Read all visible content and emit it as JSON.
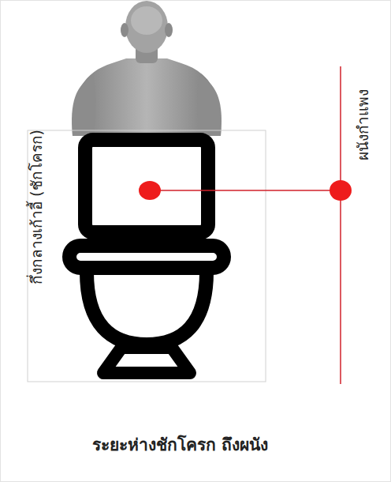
{
  "diagram": {
    "caption": "ระยะห่างชักโครก ถึงผนัง",
    "labels": [
      "กึ่งกลางเก้าอี้ (ชักโครก)",
      "ผนังกำแพง"
    ]
  }
}
